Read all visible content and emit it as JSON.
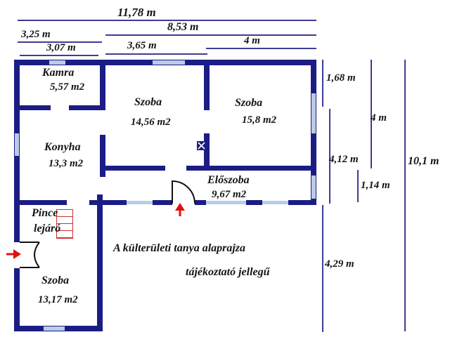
{
  "title_note": {
    "line1": "A külterületi tanya alaprajza",
    "line2": "tájékoztató jellegű"
  },
  "rooms": {
    "kamra": {
      "name": "Kamra",
      "area": "5,57 m2"
    },
    "szoba_top_middle": {
      "name": "Szoba",
      "area": "14,56 m2"
    },
    "szoba_top_right": {
      "name": "Szoba",
      "area": "15,8 m2"
    },
    "konyha": {
      "name": "Konyha",
      "area": "13,3 m2"
    },
    "eloszoba": {
      "name": "Előszoba",
      "area": "9,67 m2"
    },
    "pince": {
      "line1": "Pince",
      "line2": "lejáró"
    },
    "szoba_bottom": {
      "name": "Szoba",
      "area": "13,17 m2"
    }
  },
  "dimensions": {
    "top": {
      "total_width": "11,78 m",
      "right_section": "8,53 m",
      "left_section": "3,25 m",
      "kamra_width": "3,07 m",
      "middle_room_width": "3,65 m",
      "right_room_width": "4 m"
    },
    "right": {
      "window_height": "1,68 m",
      "room_height": "4 m",
      "side_height": "4,12 m",
      "eloszoba_height": "1,14 m",
      "total_height": "10,1 m",
      "wing_height": "4,29 m"
    }
  },
  "icons": {
    "stairs": "basement-stairs",
    "flue": "chimney-flue-x-box",
    "entrance_arrow": "red-arrow-up",
    "side_arrow": "red-arrow-right"
  },
  "colors": {
    "wall": "#1c1c85",
    "window": "#b9cde6",
    "dimension": "#3c3c94",
    "stairs": "#cc3333",
    "arrow": "#e01010",
    "door": "#111111"
  }
}
